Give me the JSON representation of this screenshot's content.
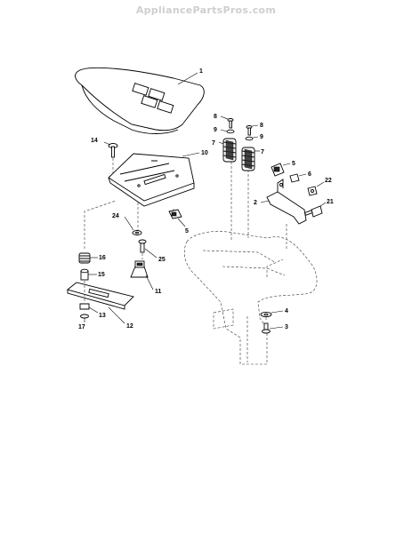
{
  "header": {
    "watermark": "AppliancePartsPros.com"
  },
  "callouts": {
    "c1": "1",
    "c2": "2",
    "c3": "3",
    "c4": "4",
    "c5a": "5",
    "c5b": "5",
    "c6": "6",
    "c7a": "7",
    "c7b": "7",
    "c8a": "8",
    "c8b": "8",
    "c9a": "9",
    "c9b": "9",
    "c10": "10",
    "c11": "11",
    "c12": "12",
    "c13": "13",
    "c14": "14",
    "c15": "15",
    "c16": "16",
    "c17": "17",
    "c21": "21",
    "c22": "22",
    "c24": "24",
    "c25": "25"
  }
}
